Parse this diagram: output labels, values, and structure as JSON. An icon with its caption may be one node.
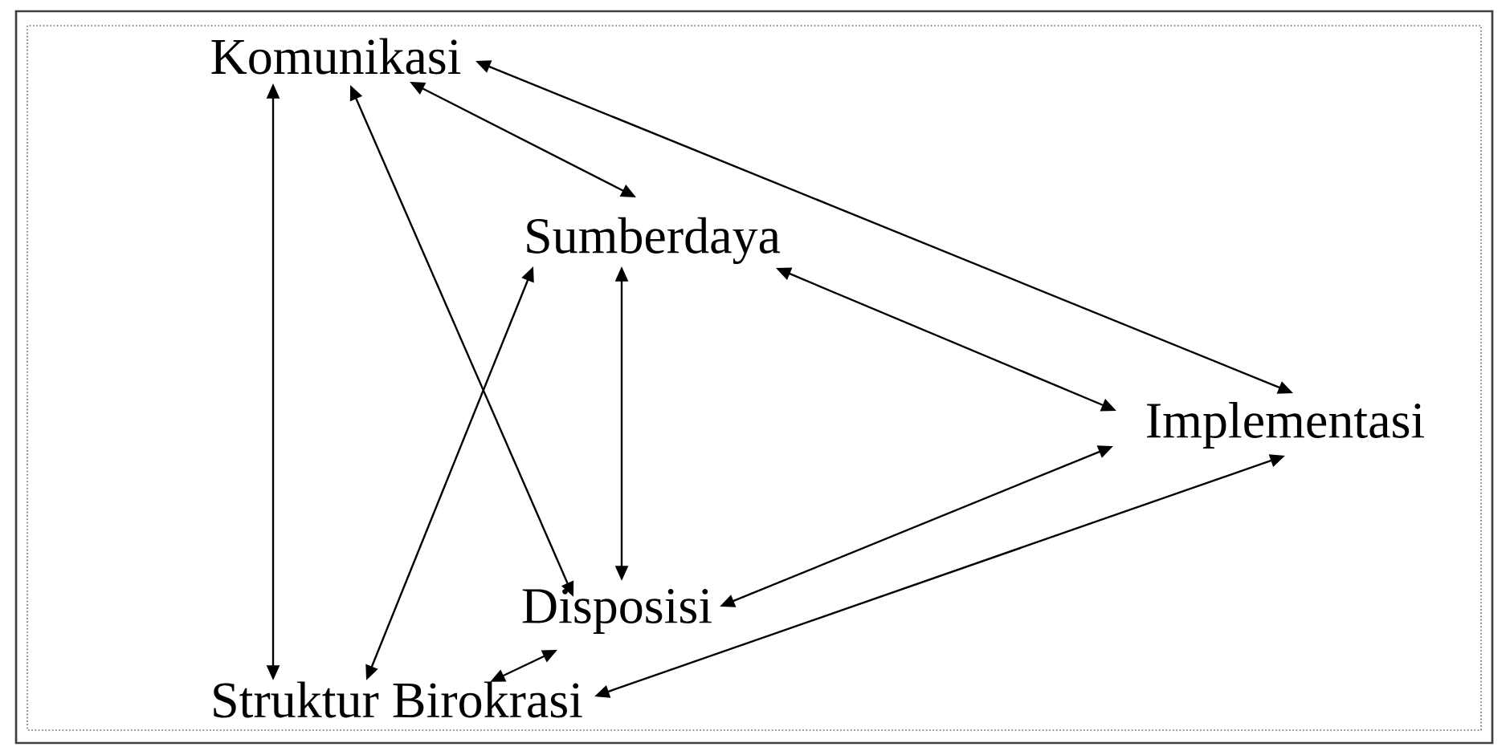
{
  "diagram": {
    "nodes": [
      {
        "text": [
          "Komunikasi"
        ]
      },
      {
        "text": [
          "Sumberdaya"
        ]
      },
      {
        "text": [
          "Implementasi"
        ]
      },
      {
        "text": [
          "Disposisi"
        ]
      },
      {
        "text": [
          "Struktur Birokrasi"
        ]
      }
    ],
    "edges": [
      {
        "from": 0,
        "to": 4,
        "arrow": "both"
      },
      {
        "from": 0,
        "to": 3,
        "arrow": "both"
      },
      {
        "from": 0,
        "to": 1,
        "arrow": "both"
      },
      {
        "from": 0,
        "to": 2,
        "arrow": "both"
      },
      {
        "from": 1,
        "to": 4,
        "arrow": "both"
      },
      {
        "from": 1,
        "to": 3,
        "arrow": "both"
      },
      {
        "from": 1,
        "to": 2,
        "arrow": "both"
      },
      {
        "from": 3,
        "to": 2,
        "arrow": "both"
      },
      {
        "from": 4,
        "to": 3,
        "arrow": "both"
      },
      {
        "from": 4,
        "to": 2,
        "arrow": "both"
      }
    ]
  }
}
